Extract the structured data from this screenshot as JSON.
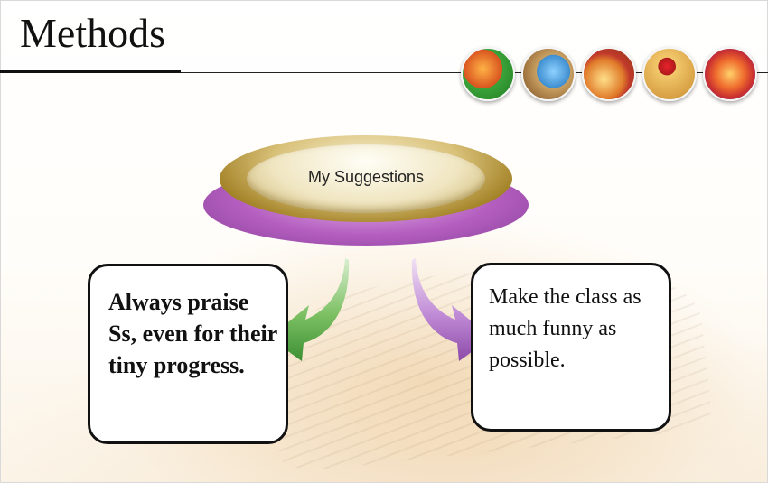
{
  "slide": {
    "title": "Methods",
    "center": {
      "label": "My Suggestions"
    },
    "left_box": {
      "text": "Always praise Ss, even for their tiny progress."
    },
    "right_box": {
      "text": "Make the class as much funny as possible."
    },
    "thumbnails": [
      "pencils-photo",
      "globe-photo",
      "school-supplies-photo",
      "apple-books-photo",
      "crayons-photo"
    ],
    "colors": {
      "oval_gold": "#c8a848",
      "oval_purple": "#b45fc0",
      "arrow_green": "#5aab4a",
      "arrow_purple": "#a25fc4"
    }
  }
}
